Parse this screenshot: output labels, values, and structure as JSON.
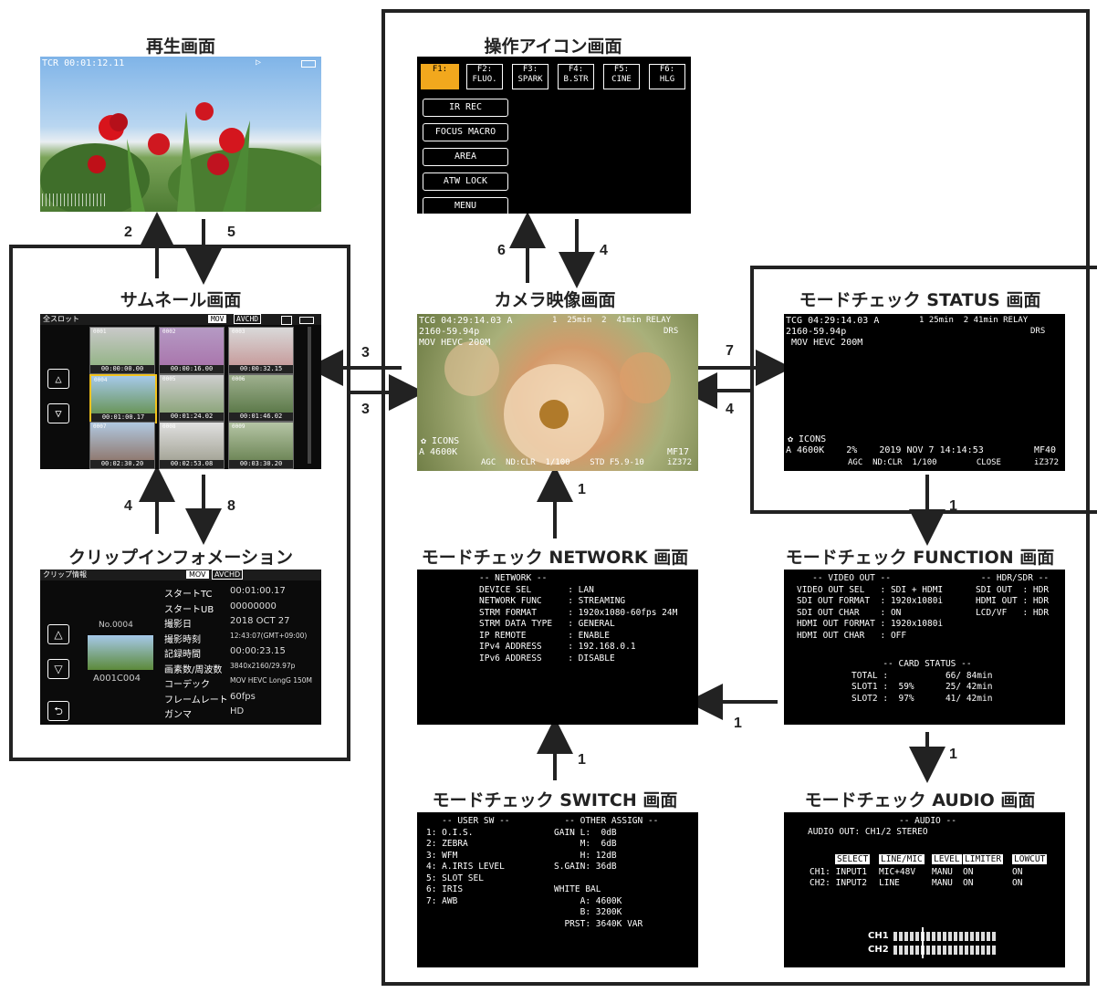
{
  "titles": {
    "playback": "再生画面",
    "icons": "操作アイコン画面",
    "thumbnail": "サムネール画面",
    "camera": "カメラ映像画面",
    "status": "モードチェック STATUS 画面",
    "clipinfo": "クリップインフォメーション",
    "network": "モードチェック NETWORK 画面",
    "function": "モードチェック FUNCTION 画面",
    "switch": "モードチェック SWITCH 画面",
    "audio": "モードチェック AUDIO 画面"
  },
  "arrows": {
    "a2": "2",
    "a5": "5",
    "a6": "6",
    "a4top": "4",
    "a3a": "3",
    "a3b": "3",
    "a7": "7",
    "a4r": "4",
    "a1cam": "1",
    "a4thumb": "4",
    "a8": "8",
    "a1fn": "1",
    "a1au": "1",
    "a1sw": "1",
    "a1net": "1"
  },
  "playback": {
    "tcr": "TCR 00:01:12.11",
    "play": "▷"
  },
  "icons_screen": {
    "fkeys": [
      {
        "top": "F1:",
        "bottom": ""
      },
      {
        "top": "F2:",
        "bottom": "FLUO."
      },
      {
        "top": "F3:",
        "bottom": "SPARK"
      },
      {
        "top": "F4:",
        "bottom": "B.STR"
      },
      {
        "top": "F5:",
        "bottom": "CINE"
      },
      {
        "top": "F6:",
        "bottom": "HLG"
      }
    ],
    "buttons": [
      "IR REC",
      "FOCUS MACRO",
      "AREA",
      "ATW LOCK",
      "MENU"
    ],
    "accent": "#f2a81d"
  },
  "camera": {
    "line1": "TCG 04:29:14.03 A",
    "slot1": "1  25min  2  41min RELAY",
    "line2": "2160-59.94p",
    "line3": "MOV HEVC 200M",
    "drs": "DRS",
    "icons": "✿ ICONS",
    "wb": "A 4600K",
    "bottom": "AGC  ND:CLR  1/100    STD F5.9-10",
    "mf": "MF17",
    "zoom": "iZ372"
  },
  "status": {
    "line1": "TCG 04:29:14.03 A",
    "slot": "1 25min  2 41min RELAY",
    "line2": "2160-59.94p",
    "line3": "MOV HEVC 200M",
    "drs": "DRS",
    "icons": "✿ ICONS",
    "wb": "A 4600K    2%    2019 NOV 7 14:14:53",
    "mf": "MF40",
    "bottom": "AGC  ND:CLR  1/100        CLOSE",
    "zoom": "iZ372"
  },
  "thumbnail": {
    "header": "全スロット",
    "mov": "MOV",
    "avchd": "AVCHD",
    "thumbs": [
      {
        "id": "0001",
        "tc": "00:00:00.00"
      },
      {
        "id": "0002",
        "tc": "00:00:16.00"
      },
      {
        "id": "0003",
        "tc": "00:00:32.15"
      },
      {
        "id": "0004",
        "tc": "00:01:00.17"
      },
      {
        "id": "0005",
        "tc": "00:01:24.02"
      },
      {
        "id": "0006",
        "tc": "00:01:46.02"
      },
      {
        "id": "0007",
        "tc": "00:02:30.20"
      },
      {
        "id": "0008",
        "tc": "00:02:53.08"
      },
      {
        "id": "0009",
        "tc": "00:03:30.20"
      }
    ],
    "up": "△",
    "down": "▽"
  },
  "clipinfo": {
    "header": "クリップ情報",
    "mov": "MOV",
    "avchd": "AVCHD",
    "no": "No.0004",
    "name": "A001C004",
    "rows": [
      {
        "k": "スタートTC",
        "v": "00:01:00.17"
      },
      {
        "k": "スタートUB",
        "v": "00000000"
      },
      {
        "k": "撮影日",
        "v": "2018 OCT 27"
      },
      {
        "k": "撮影時刻",
        "v": "12:43:07(GMT+09:00)"
      },
      {
        "k": "記録時間",
        "v": "00:00:23.15"
      },
      {
        "k": "画素数/周波数",
        "v": "3840x2160/29.97p"
      },
      {
        "k": "コーデック",
        "v": "MOV HEVC LongG 150M"
      },
      {
        "k": "フレームレート",
        "v": "60fps"
      },
      {
        "k": "ガンマ",
        "v": "HD"
      }
    ],
    "up": "△",
    "down": "▽",
    "back": "⮌"
  },
  "network": {
    "text": "-- NETWORK --\nDEVICE SEL       : LAN\nNETWORK FUNC     : STREAMING\nSTRM FORMAT      : 1920x1080-60fps 24M\nSTRM DATA TYPE   : GENERAL\nIP REMOTE        : ENABLE\nIPv4 ADDRESS     : 192.168.0.1\nIPv6 ADDRESS     : DISABLE"
  },
  "function": {
    "left": "   -- VIDEO OUT --\nVIDEO OUT SEL   : SDI + HDMI\nSDI OUT FORMAT  : 1920x1080i\nSDI OUT CHAR    : ON\nHDMI OUT FORMAT : 1920x1080i\nHDMI OUT CHAR   : OFF",
    "right": " -- HDR/SDR --\nSDI OUT  : HDR\nHDMI OUT : HDR\nLCD/VF   : HDR",
    "card": "      -- CARD STATUS --\nTOTAL :           66/ 84min\nSLOT1 :  59%      25/ 42min\nSLOT2 :  97%      41/ 42min"
  },
  "switch": {
    "left": "   -- USER SW --\n1: O.I.S.\n2: ZEBRA\n3: WFM\n4: A.IRIS LEVEL\n5: SLOT SEL\n6: IRIS\n7: AWB",
    "right": "  -- OTHER ASSIGN --\nGAIN L:  0dB\n     M:  6dB\n     H: 12dB\nS.GAIN: 36dB\n\nWHITE BAL\n     A: 4600K\n     B: 3200K\n  PRST: 3640K VAR"
  },
  "audio": {
    "title": "-- AUDIO --",
    "out": "AUDIO OUT: CH1/2 STEREO",
    "heads": [
      "SELECT",
      "LINE/MIC",
      "LEVEL",
      "LIMITER",
      "LOWCUT"
    ],
    "ch1": [
      "CH1: INPUT1",
      "MIC+48V",
      "MANU",
      "ON",
      "ON"
    ],
    "ch2": [
      "CH2: INPUT2",
      "LINE",
      "MANU",
      "ON",
      "ON"
    ],
    "meter1": "CH1",
    "meter2": "CH2"
  }
}
